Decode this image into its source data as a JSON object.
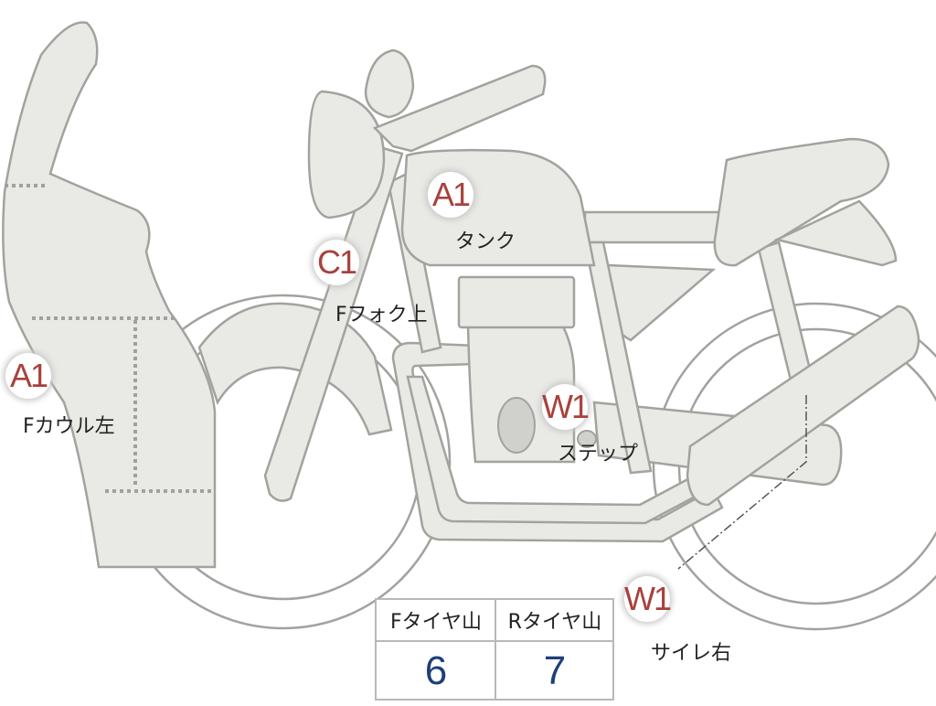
{
  "markers": [
    {
      "code": "A1",
      "label": "Fカウル左"
    },
    {
      "code": "C1",
      "label": "Fフォク上"
    },
    {
      "code": "A1",
      "label": "タンク"
    },
    {
      "code": "W1",
      "label": "ステップ"
    },
    {
      "code": "W1",
      "label": "サイレ右"
    }
  ],
  "tire_table": {
    "headers": [
      "Fタイヤ山",
      "Rタイヤ山"
    ],
    "values": [
      "6",
      "7"
    ]
  },
  "colors": {
    "marker_text": "#a8413c",
    "value_text": "#1f3f7a",
    "body_fill": "#e9e9e6"
  }
}
